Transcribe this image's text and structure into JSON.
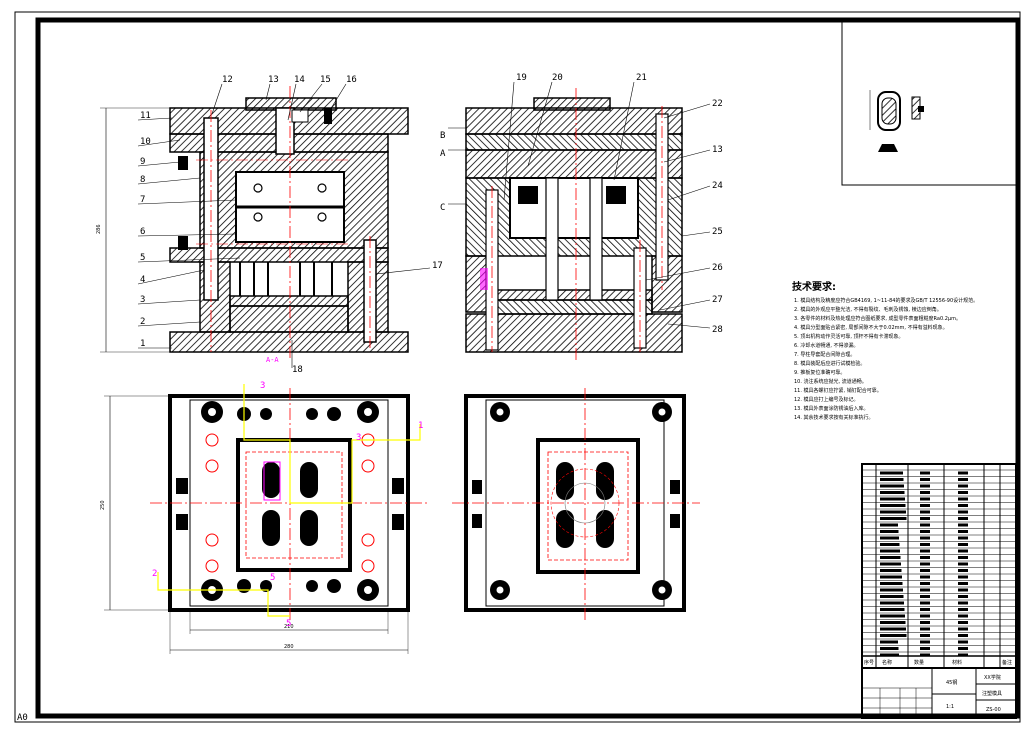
{
  "sheet": {
    "size_label": "A0",
    "colors": {
      "line": "#000000",
      "center": "#ff0000",
      "annot": "#ffff00",
      "magenta": "#ff00ff",
      "gray": "#777777"
    }
  },
  "views": {
    "section_label": "A-A",
    "dims": {
      "front_height": "286",
      "plan_height": "250",
      "plan_inner_width": "210",
      "plan_outer_width": "280"
    },
    "parts_left": [
      "1",
      "2",
      "3",
      "4",
      "5",
      "6",
      "7",
      "8",
      "9",
      "10",
      "11"
    ],
    "parts_top": [
      "12",
      "13",
      "14",
      "15",
      "16",
      "19",
      "20",
      "21"
    ],
    "parts_right": [
      "22",
      "13",
      "24",
      "25",
      "26",
      "27",
      "28"
    ],
    "parts_bottom": [
      "18",
      "17"
    ],
    "plate_marks": [
      "B",
      "A",
      "C"
    ],
    "plan_markers": [
      "3",
      "1",
      "2",
      "5",
      "3",
      "5"
    ]
  },
  "requirements": {
    "title": "技术要求:",
    "lines": [
      "1. 模具结构及精度应符合GB4169, 1~11-84的要求及GB/T 12556-90设计规范。",
      "2. 模具的外观应平整光洁, 不得有裂纹、毛刺及锈蚀, 棱边应倒角。",
      "3. 各零件的材料及热处理应符合图纸要求, 成型零件表面粗糙度Ra0.2μm。",
      "4. 模具分型面贴合紧密, 局部间隙不大于0.02mm, 不得有溢料现象。",
      "5. 顶出机构动作灵活可靠, 顶杆不得有卡滞现象。",
      "6. 冷却水道畅通, 不得渗漏。",
      "7. 导柱导套配合间隙合理。",
      "8. 模具装配后应进行试模检验。",
      "9. 推板复位准确可靠。",
      "10. 浇注系统应抛光, 流道通畅。",
      "11. 模具各螺钉应拧紧, 销钉配合可靠。",
      "12. 模具应打上编号及标记。",
      "13. 模具外表面涂防锈油后入库。",
      "14. 其余技术要求按有关标准执行。"
    ]
  },
  "title_block": {
    "headers": [
      "序号",
      "名称",
      "数量",
      "材料",
      "备注"
    ],
    "material": "45钢",
    "school": "XX学院",
    "drawing_name": "注塑模具",
    "scale": "1:1",
    "code": "ZS-00"
  }
}
